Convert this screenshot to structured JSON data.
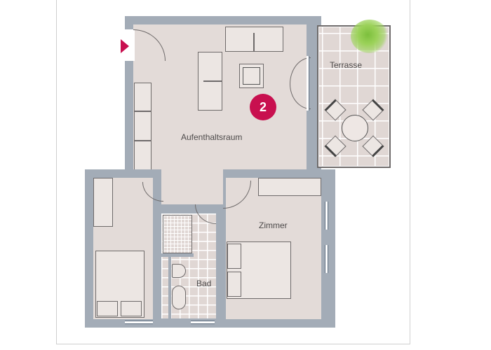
{
  "plan": {
    "unit_number": "2",
    "entrance_marker": "entrance-arrow",
    "accent_color": "#c8104f",
    "wall_color": "#a3acb7",
    "floor_color": "#e3dbd8",
    "rooms": [
      {
        "id": "living",
        "label": "Aufenthaltsraum"
      },
      {
        "id": "terrace",
        "label": "Terrasse"
      },
      {
        "id": "room",
        "label": "Zimmer"
      },
      {
        "id": "bath",
        "label": "Bad"
      },
      {
        "id": "bedroom-left",
        "label": ""
      }
    ],
    "furniture": [
      "sofa",
      "armchair",
      "coffee-table",
      "sideboard",
      "double-bed",
      "single-bed",
      "wardrobe",
      "toilet",
      "bathtub",
      "shower",
      "terrace-table",
      "terrace-chairs",
      "plant"
    ]
  }
}
